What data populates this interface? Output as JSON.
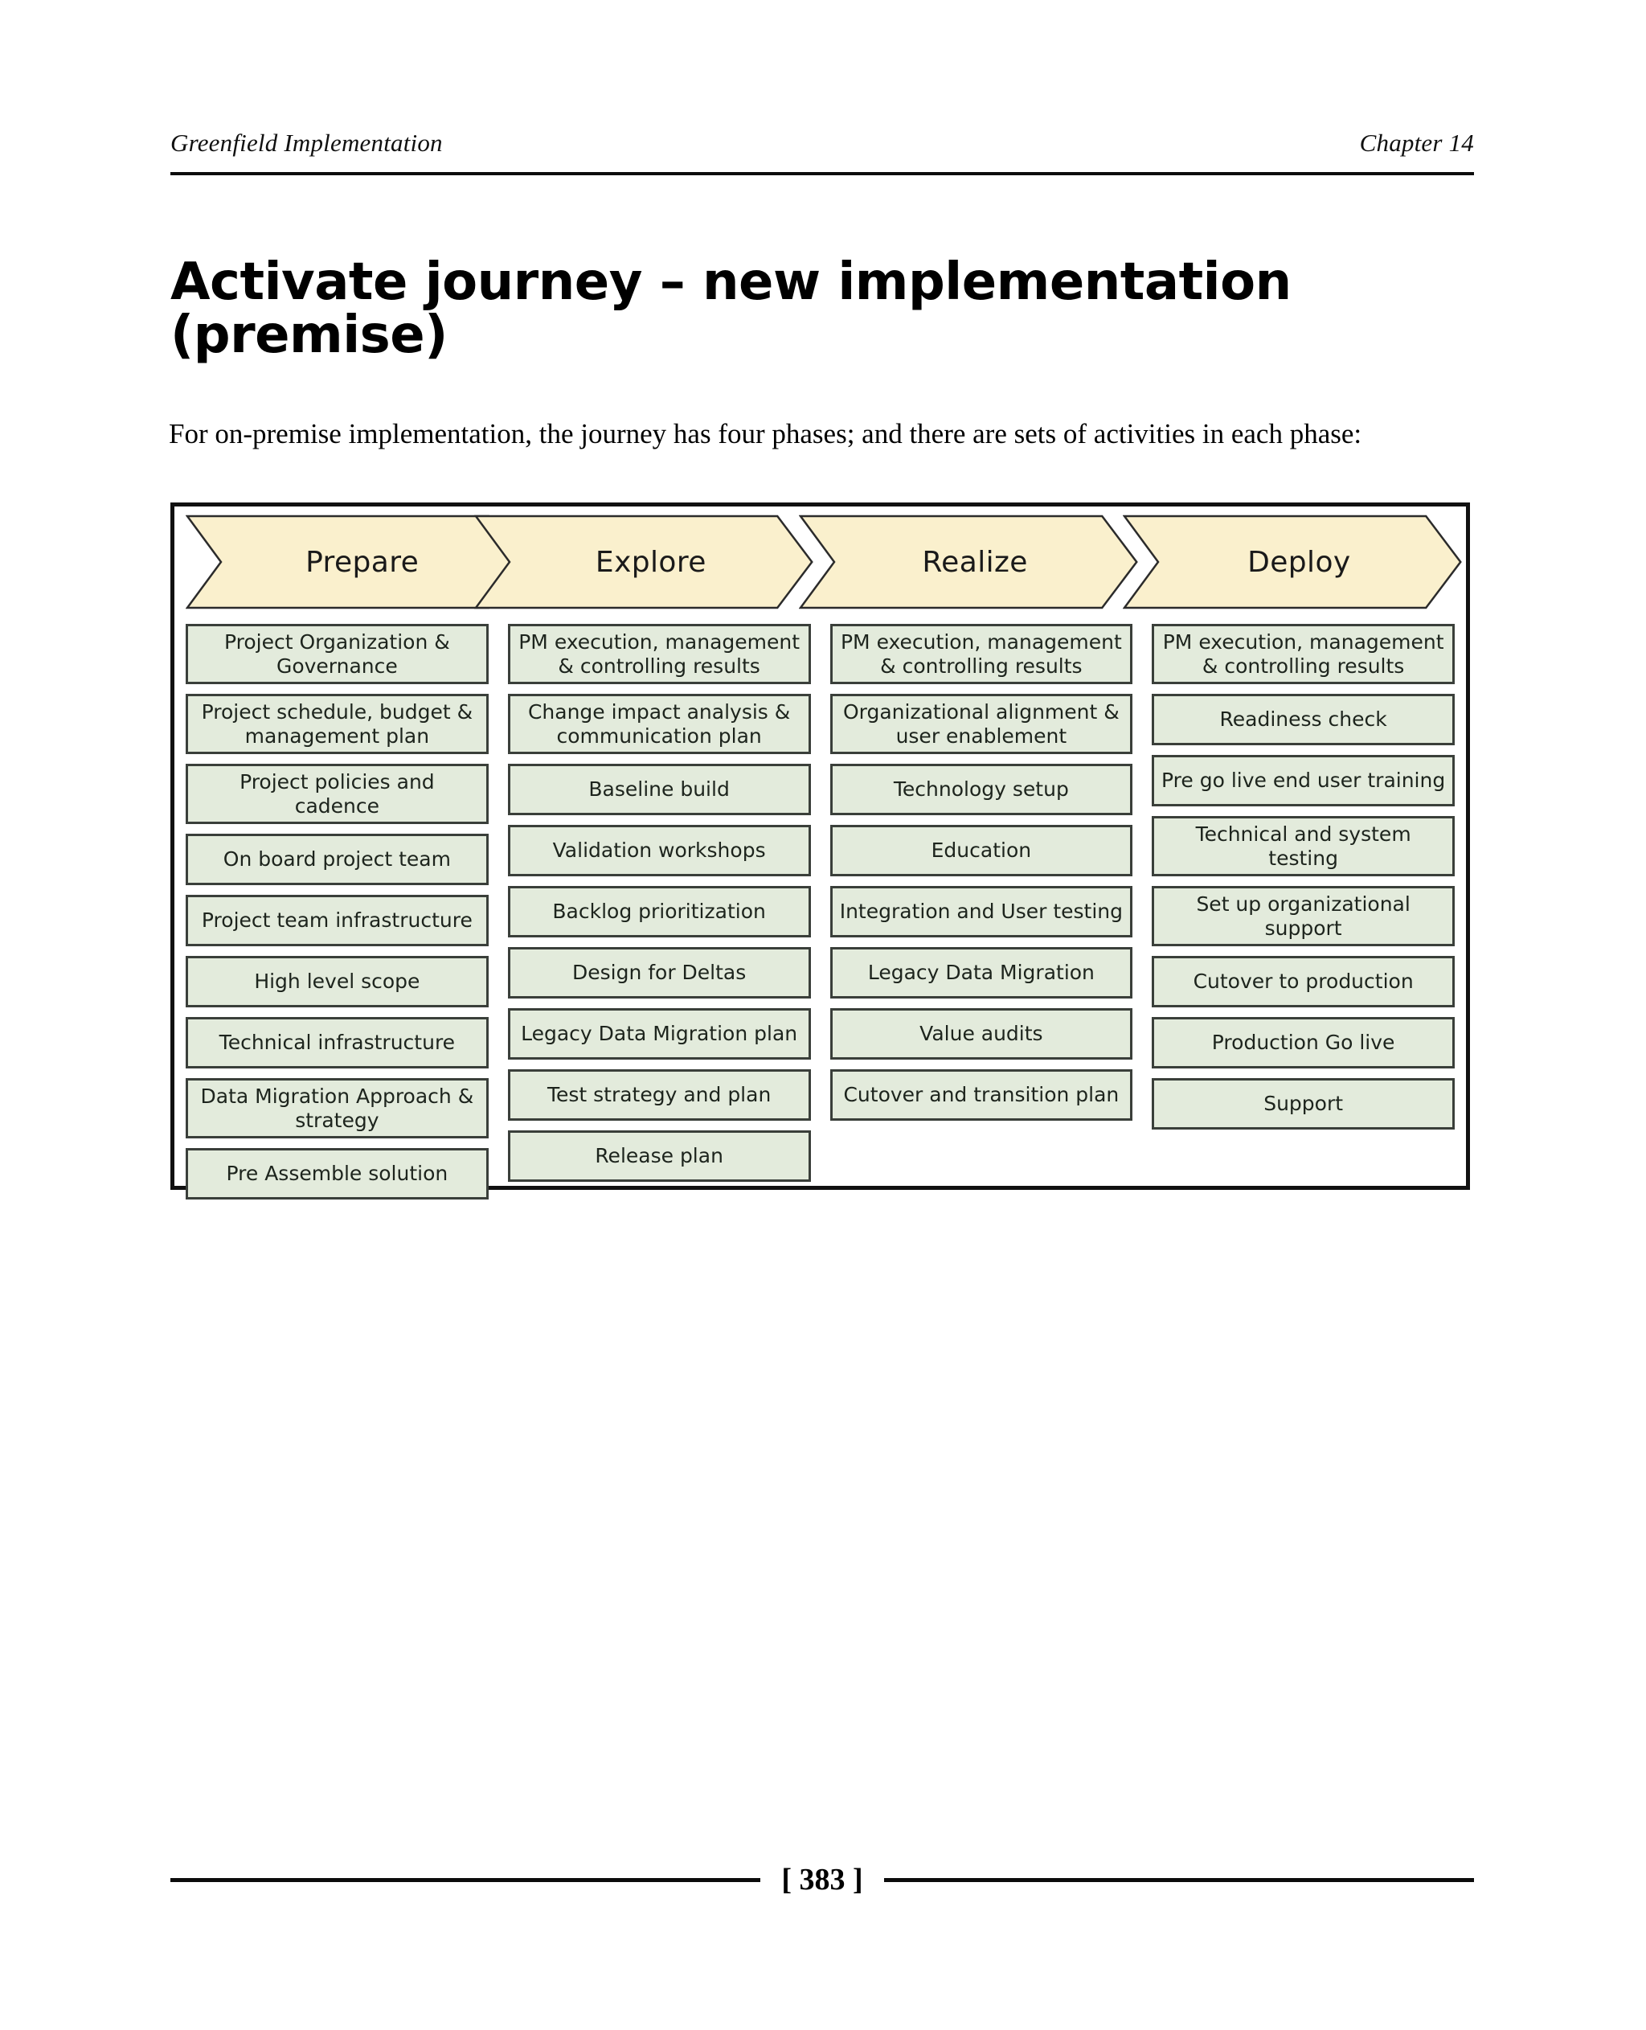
{
  "header": {
    "left": "Greenfield Implementation",
    "right": "Chapter 14"
  },
  "title": "Activate journey – new implementation (premise)",
  "intro": "For on-premise implementation, the journey has four phases; and there are sets of activities in each phase:",
  "diagram": {
    "phases": [
      {
        "label": "Prepare",
        "activities": [
          "Project Organization & Governance",
          "Project schedule, budget & management plan",
          "Project policies and cadence",
          "On board project team",
          "Project team infrastructure",
          "High level scope",
          "Technical infrastructure",
          "Data Migration Approach & strategy",
          "Pre Assemble solution"
        ]
      },
      {
        "label": "Explore",
        "activities": [
          "PM execution, management & controlling results",
          "Change impact analysis & communication plan",
          "Baseline build",
          "Validation workshops",
          "Backlog prioritization",
          "Design for Deltas",
          "Legacy Data Migration plan",
          "Test strategy and plan",
          "Release plan"
        ]
      },
      {
        "label": "Realize",
        "activities": [
          "PM execution, management & controlling results",
          "Organizational alignment & user enablement",
          "Technology setup",
          "Education",
          "Integration and User testing",
          "Legacy Data Migration",
          "Value audits",
          "Cutover and transition plan"
        ]
      },
      {
        "label": "Deploy",
        "activities": [
          "PM execution, management & controlling results",
          "Readiness check",
          "Pre go live end user training",
          "Technical and system testing",
          "Set up organizational support",
          "Cutover to production",
          "Production Go live",
          "Support"
        ]
      }
    ],
    "colors": {
      "chevron_fill": "#faf0cd",
      "chevron_stroke": "#2b2b2b",
      "cell_fill": "#e3ebdc",
      "cell_stroke": "#3a3f3a",
      "frame_stroke": "#111111"
    }
  },
  "footer": {
    "page_number": "[ 383 ]"
  }
}
